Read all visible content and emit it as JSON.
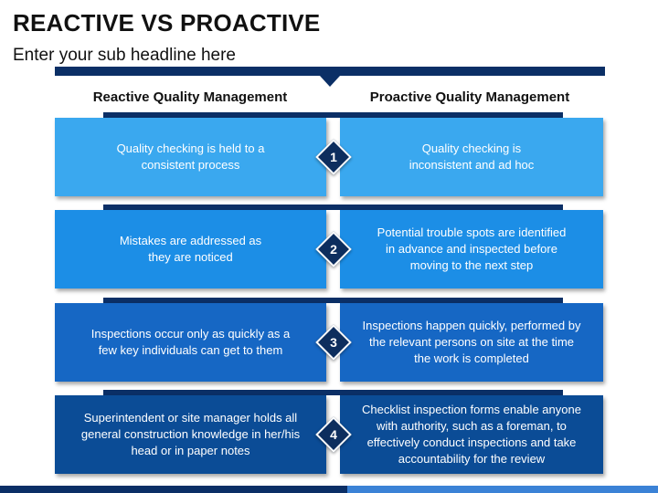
{
  "title": "REACTIVE VS PROACTIVE",
  "subtitle": "Enter your sub headline here",
  "columns": {
    "left": "Reactive Quality Management",
    "right": "Proactive Quality Management"
  },
  "colors": {
    "row_1": "#3aa8ef",
    "row_2": "#1c8ee6",
    "row_3": "#1667c4",
    "row_4": "#0b4c96",
    "dark": "#0b2f66"
  },
  "rows": [
    {
      "number": "1",
      "reactive": [
        "Quality checking is held to a",
        "consistent process"
      ],
      "proactive": [
        "Quality checking is",
        "inconsistent and ad hoc"
      ]
    },
    {
      "number": "2",
      "reactive": [
        "Mistakes are addressed as",
        "they are noticed"
      ],
      "proactive": [
        "Potential trouble spots are identified",
        "in advance and inspected before",
        "moving to the next step"
      ]
    },
    {
      "number": "3",
      "reactive": [
        "Inspections occur only as quickly as a",
        "few key individuals can get to them"
      ],
      "proactive": [
        "Inspections happen quickly, performed by",
        "the relevant persons on site at the time",
        "the work is completed"
      ]
    },
    {
      "number": "4",
      "reactive": [
        "Superintendent or site manager holds all",
        "general construction knowledge in her/his",
        "head or in paper notes"
      ],
      "proactive": [
        "Checklist inspection forms enable anyone",
        "with authority, such as a foreman, to",
        "effectively conduct inspections and take",
        "accountability for the review"
      ]
    }
  ]
}
